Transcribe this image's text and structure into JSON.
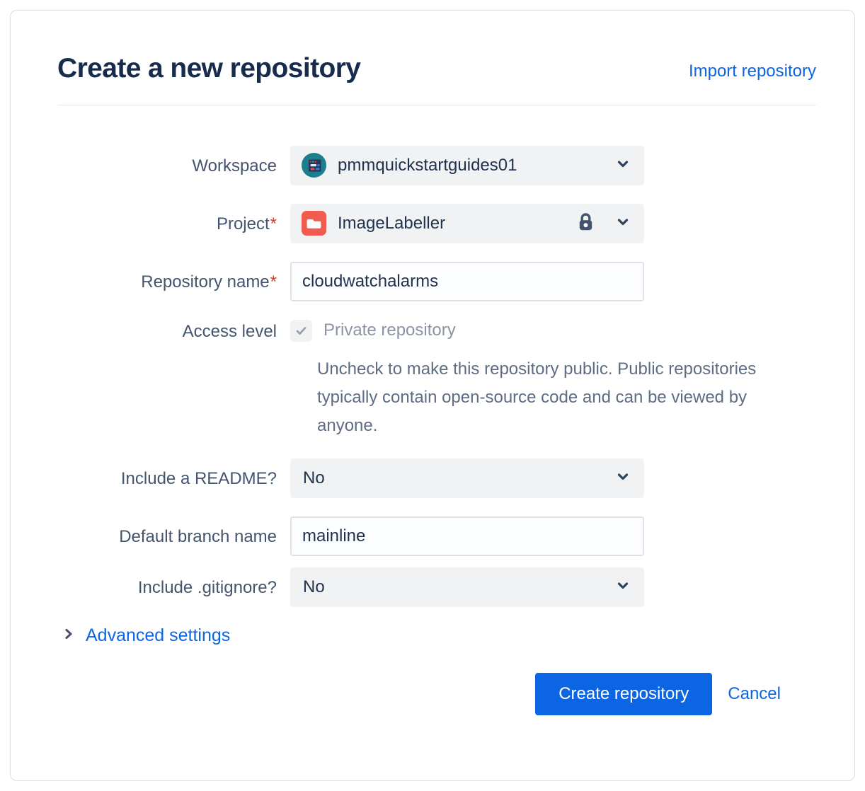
{
  "dialog": {
    "title": "Create a new repository",
    "import_link": "Import repository"
  },
  "form": {
    "workspace": {
      "label": "Workspace",
      "value": "pmmquickstartguides01"
    },
    "project": {
      "label": "Project",
      "required_mark": "*",
      "value": "ImageLabeller",
      "locked": true
    },
    "repository_name": {
      "label": "Repository name",
      "required_mark": "*",
      "value": "cloudwatchalarms"
    },
    "access_level": {
      "label": "Access level",
      "checkbox_label": "Private repository",
      "checked": true,
      "disabled": true,
      "help_text": "Uncheck to make this repository public. Public repositories typically contain open-source code and can be viewed by anyone."
    },
    "include_readme": {
      "label": "Include a README?",
      "value": "No"
    },
    "default_branch": {
      "label": "Default branch name",
      "value": "mainline"
    },
    "include_gitignore": {
      "label": "Include .gitignore?",
      "value": "No"
    },
    "advanced_settings": {
      "label": "Advanced settings"
    }
  },
  "footer": {
    "create_label": "Create repository",
    "cancel_label": "Cancel"
  },
  "icons": {
    "workspace_avatar": "teal-browser-avatar",
    "project": "red-folder-icon",
    "lock": "lock-icon",
    "dropdown": "chevron-down-icon",
    "advanced": "chevron-right-icon",
    "checkbox_check": "check-icon"
  },
  "colors": {
    "title_text": "#172B4D",
    "label_text": "#44546F",
    "link_blue": "#0C66E4",
    "primary_button": "#0C66E4",
    "required_red": "#D83A2B",
    "select_background": "#F1F2F4",
    "input_border": "#DFE1E6",
    "disabled_text": "#8A94A6",
    "help_text": "#5E6C84",
    "avatar_teal": "#1D7F8E",
    "project_icon_red": "#F15B50"
  }
}
